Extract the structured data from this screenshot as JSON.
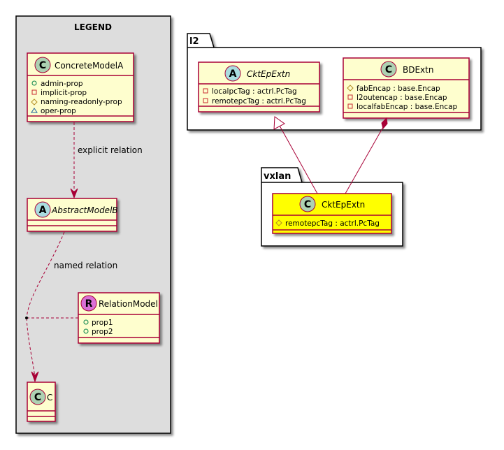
{
  "legend": {
    "title": "LEGEND",
    "concrete": {
      "stereotype": "C",
      "name": "ConcreteModelA",
      "props": [
        {
          "marker": "public",
          "text": "admin-prop"
        },
        {
          "marker": "private",
          "text": "implicit-prop"
        },
        {
          "marker": "protected",
          "text": "naming-readonly-prop"
        },
        {
          "marker": "package",
          "text": "oper-prop"
        }
      ]
    },
    "abstract": {
      "stereotype": "A",
      "name": "AbstractModelB"
    },
    "relation_model": {
      "stereotype": "R",
      "name": "RelationModel",
      "props": [
        {
          "marker": "public",
          "text": "prop1"
        },
        {
          "marker": "public",
          "text": "prop2"
        }
      ]
    },
    "c": {
      "stereotype": "C",
      "name": "C"
    },
    "edges": {
      "explicit": "explicit relation",
      "named": "named relation"
    }
  },
  "packages": {
    "l2": {
      "name": "l2",
      "ckt": {
        "stereotype": "A",
        "name": "CktEpExtn",
        "props": [
          {
            "marker": "private",
            "text": "localpcTag : actrl.PcTag"
          },
          {
            "marker": "private",
            "text": "remotepcTag : actrl.PcTag"
          }
        ]
      },
      "bd": {
        "stereotype": "C",
        "name": "BDExtn",
        "props": [
          {
            "marker": "protected",
            "text": "fabEncap : base.Encap"
          },
          {
            "marker": "private",
            "text": "l2outencap : base.Encap"
          },
          {
            "marker": "private",
            "text": "localfabEncap : base.Encap"
          }
        ]
      }
    },
    "vxlan": {
      "name": "vxlan",
      "ckt": {
        "stereotype": "C",
        "name": "CktEpExtn",
        "props": [
          {
            "marker": "protected",
            "text": "remotepcTag : actrl.PcTag"
          }
        ]
      }
    }
  },
  "colors": {
    "class_fill": "#FEFECE",
    "class_border": "#A80036",
    "highlight_fill": "#FFFF00",
    "legend_fill": "#DDDDDD",
    "circle_c": "#ADD1B2",
    "circle_a": "#A9DCDF",
    "circle_r": "#DA70D6",
    "edge": "#A80036"
  }
}
